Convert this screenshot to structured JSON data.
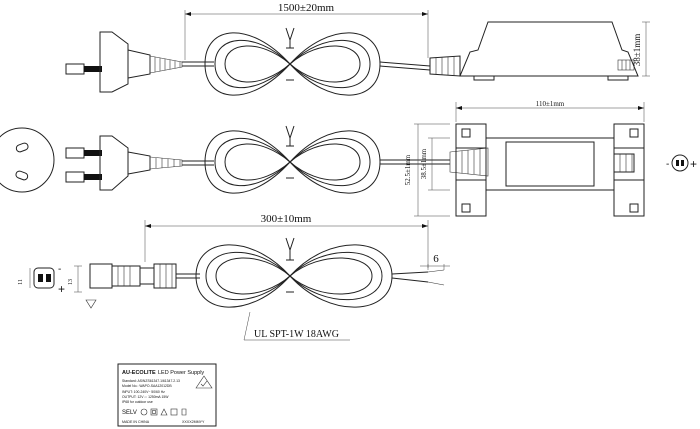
{
  "dimensions": {
    "cable_length_top": "1500±20mm",
    "housing_height": "38±1mm",
    "housing_length": "110±1mm",
    "housing_width_outer": "52.5±1mm",
    "housing_width_inner": "38.5±1mm",
    "output_cable_length": "300±10mm",
    "strip_length": "6",
    "connector_dia": "11",
    "connector_len": "13"
  },
  "polarity": {
    "plus": "+",
    "minus": "-"
  },
  "cable_spec": "UL SPT-1W 18AWG",
  "label": {
    "brand": "AU-ECOLITE",
    "product": "LED Power Supply",
    "line1": "Standard: AS/NZS61347.1/61347.2.13",
    "line2": "Model No.: WAPO-SAA12012DB",
    "line3": "INPUT: 100-240V~ 50/60 Hz",
    "line4": "OUTPUT: 12V ⎓ 1250mA 15W",
    "line5": "IP68 for outdoor use",
    "selv": "SELV",
    "made_in": "MADE IN CHINA",
    "date_code": "XXXX2MMYY"
  }
}
